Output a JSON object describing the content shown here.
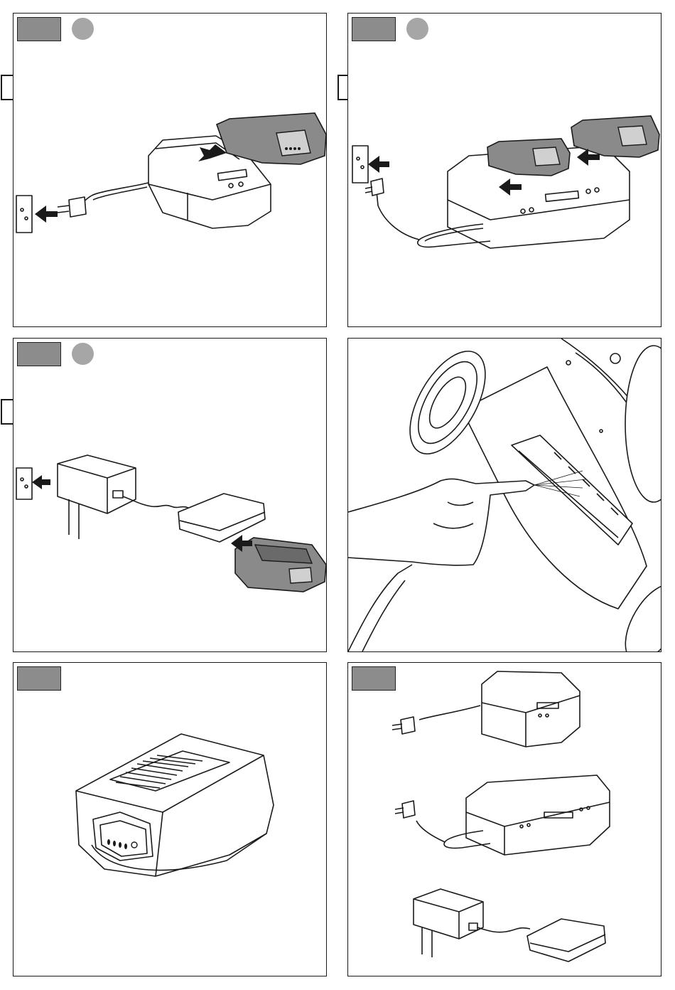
{
  "panels": [
    {
      "id": "charger-single-slot",
      "has_step_marker": true,
      "has_flow_arrow": true
    },
    {
      "id": "charger-dual-slot",
      "has_step_marker": true,
      "has_flow_arrow": true
    },
    {
      "id": "charger-adapter",
      "has_step_marker": true,
      "has_flow_arrow": true
    },
    {
      "id": "cleaning-blower",
      "has_step_marker": false,
      "has_flow_arrow": false
    },
    {
      "id": "battery-pack",
      "has_step_marker": false,
      "has_flow_arrow": false
    },
    {
      "id": "charger-overview",
      "has_step_marker": false,
      "has_flow_arrow": false
    }
  ],
  "colors": {
    "tag_fill": "#8c8c8c",
    "step_marker": "#a6a6a6",
    "battery_fill": "#8a8a8a",
    "line": "#1a1a1a"
  },
  "icons": [
    "flow-arrow-icon",
    "wall-socket-icon",
    "push-arrow-icon",
    "plug-icon"
  ]
}
